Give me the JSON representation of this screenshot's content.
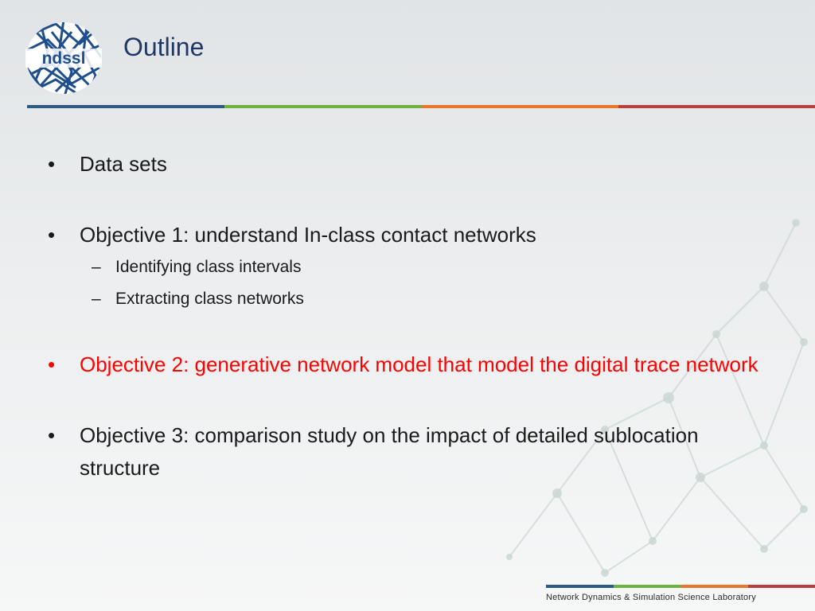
{
  "slide": {
    "title": "Outline",
    "logo_text": "ndssl",
    "bullets": [
      {
        "marker": "•",
        "text": "Data sets"
      },
      {
        "marker": "•",
        "text": "Objective 1: understand In-class contact networks",
        "subs": [
          {
            "marker": "–",
            "text": "Identifying class intervals"
          },
          {
            "marker": "–",
            "text": "Extracting class networks"
          }
        ]
      },
      {
        "marker": "•",
        "text": "Objective 2: generative network model that model the digital trace network"
      },
      {
        "marker": "•",
        "text": "Objective 3: comparison study on the impact of detailed sublocation structure"
      }
    ],
    "footer": "Network Dynamics & Simulation Science Laboratory"
  },
  "colors": {
    "title": "#1f3864",
    "highlight": "#ff0000",
    "rule_blue": "#2e5a88",
    "rule_green": "#6db33f",
    "rule_orange": "#e8772e",
    "rule_red": "#b8403d",
    "logo_blue": "#1f4e8c"
  }
}
